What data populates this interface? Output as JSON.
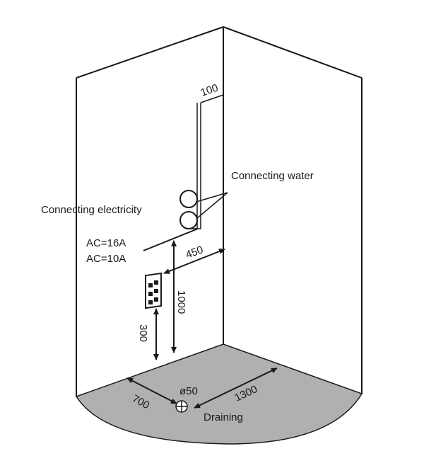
{
  "labels": {
    "connecting_water": "Connecting water",
    "connecting_electricity": "Connecting electricity",
    "ac_16": "AC=16A",
    "ac_10": "AC=10A",
    "draining": "Draining"
  },
  "dimensions": {
    "pipe_spacing": "100",
    "wall_offset": "450",
    "height_water": "1000",
    "height_socket": "300",
    "drain_diameter": "ø50",
    "drain_side": "700",
    "drain_long": "1300"
  },
  "colors": {
    "floor": "#b0b0b0",
    "line": "#1a1a1a"
  }
}
